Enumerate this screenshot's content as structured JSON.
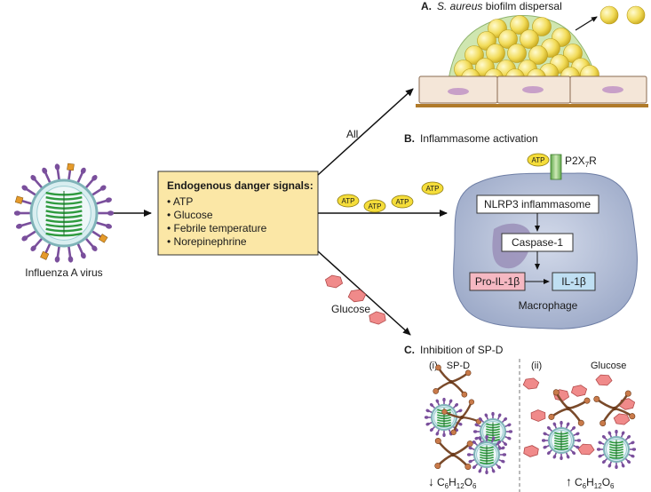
{
  "virus": {
    "label": "Influenza A virus"
  },
  "signals_box": {
    "title": "Endogenous danger signals:",
    "items": [
      "ATP",
      "Glucose",
      "Febrile temperature",
      "Norepinephrine"
    ]
  },
  "arrows": {
    "all_label": "All",
    "glucose_label": "Glucose",
    "atp_token": "ATP"
  },
  "panel_a": {
    "letter": "A.",
    "title_italic": "S. aureus",
    "title_rest": " biofilm dispersal"
  },
  "panel_b": {
    "letter": "B.",
    "title": "Inflammasome activation",
    "atp_token": "ATP",
    "receptor": "P2X",
    "receptor_sub": "7",
    "receptor_end": "R",
    "nlrp3": "NLRP3 inflammasome",
    "caspase": "Caspase-1",
    "pro_il": "Pro-IL-1β",
    "il": "IL-1β",
    "cell_label": "Macrophage"
  },
  "panel_c": {
    "letter": "C.",
    "title": "Inhibition of SP-D",
    "sub_i": "(i)",
    "sub_i_label": "SP-D",
    "sub_ii": "(ii)",
    "sub_ii_label": "Glucose",
    "formula": {
      "c": "C",
      "c_n": "6",
      "h": "H",
      "h_n": "12",
      "o": "O",
      "o_n": "6"
    },
    "down_arrow": "↓",
    "up_arrow": "↑"
  },
  "colors": {
    "signal_box": "#fbe7a6",
    "atp_fill": "#f5dd3a",
    "glucose_hex": "#f08a8a",
    "cell_fill": "#b9c3dc",
    "pro_il_fill": "#f5b8c2",
    "il_fill": "#bfdff2",
    "biofilm_sphere": "#f2dc5a",
    "epithelium": "#f4e6d8",
    "basal_line": "#b07a2a",
    "virus_spike": "#7a4f9c",
    "virus_rna": "#2e9a3e"
  }
}
